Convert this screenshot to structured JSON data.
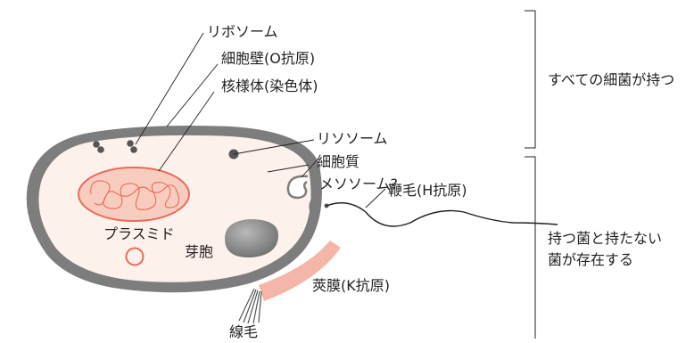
{
  "labels": {
    "ribosome": "リボソーム",
    "cell_wall": "細胞壁(O抗原)",
    "nucleoid": "核様体(染色体)",
    "lysosome": "リソソーム",
    "cytoplasm": "細胞質",
    "mesosome": "メソソーム?",
    "flagellum": "鞭毛(H抗原)",
    "plasmid": "プラスミド",
    "spore": "芽胞",
    "capsule": "莢膜(K抗原)",
    "pilus": "線毛"
  },
  "groups": {
    "all_bacteria": "すべての細菌が持つ",
    "some_bacteria_line1": "持つ菌と持たない",
    "some_bacteria_line2": "菌が存在する"
  },
  "colors": {
    "cell_wall": "#7d7d7d",
    "cytoplasm": "#fdf1ec",
    "nucleoid_fill": "#f8cdc0",
    "nucleoid_stroke": "#e96b57",
    "capsule": "#f4b6a8",
    "spore": "#8b8b8b"
  }
}
